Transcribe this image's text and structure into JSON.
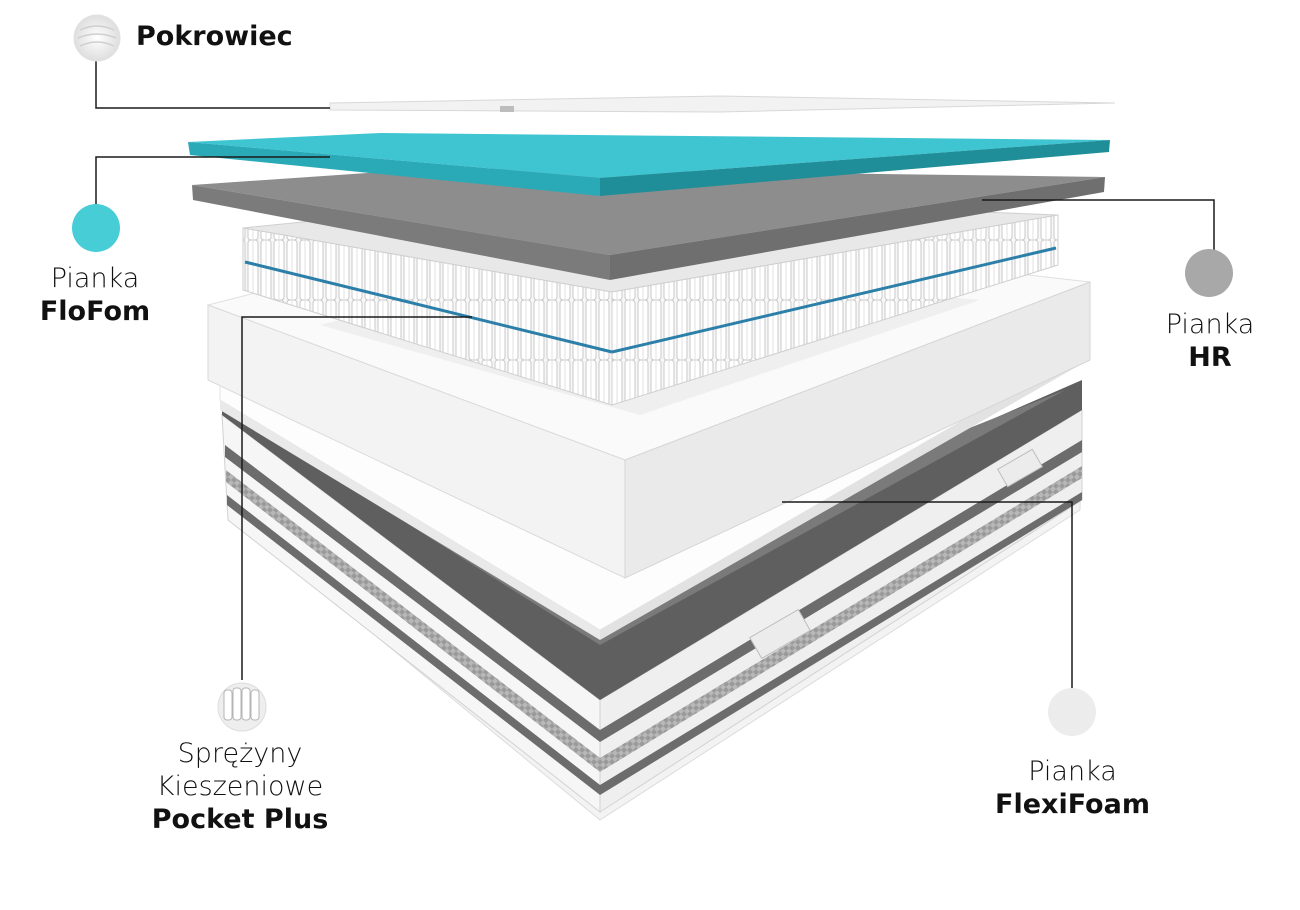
{
  "colors": {
    "cover": "#f2f2f2",
    "flofom": "#3bc3cf",
    "flofom_dark": "#1c8f9a",
    "hr": "#8a8a8a",
    "hr_dark": "#6e6e6e",
    "springs": "#f4f4f4",
    "spring_band": "#2b7fa8",
    "flexifoam": "#fbfbfb",
    "base_grey": "#6f6f6f",
    "leader": "#1a1a1a"
  },
  "labels": {
    "pokrowiec": {
      "bold": "Pokrowiec",
      "icon": "fabric-texture-icon"
    },
    "flofom": {
      "regular": "Pianka",
      "bold": "FloFom",
      "icon": "cyan-dot-icon"
    },
    "hr": {
      "regular": "Pianka",
      "bold": "HR",
      "icon": "grey-dot-icon"
    },
    "pocket": {
      "regular1": "Sprężyny",
      "regular2": "Kieszeniowe",
      "bold": "Pocket Plus",
      "icon": "pocket-springs-icon"
    },
    "flexi": {
      "regular": "Pianka",
      "bold": "FlexiFoam",
      "icon": "light-grey-dot-icon"
    }
  }
}
